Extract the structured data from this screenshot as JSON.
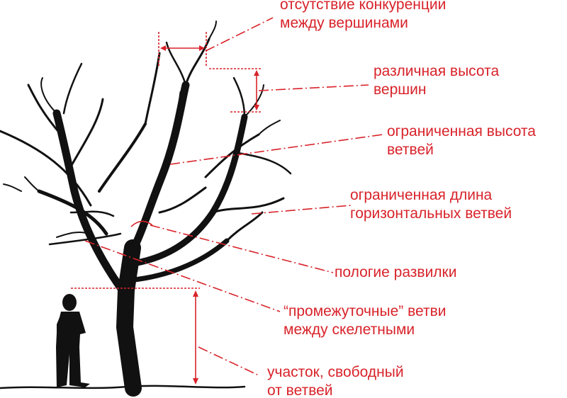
{
  "colors": {
    "annotation": "#d8232a",
    "silhouette": "#111111",
    "background": "#ffffff"
  },
  "labels": {
    "no_competition": "отсутствие конкуренции\nмежду вершинами",
    "different_height": "различная высота\nвершин",
    "limited_height": "ограниченная высота\nветвей",
    "limited_length": "ограниченная длина\nгоризонтальных ветвей",
    "gentle_forks": "пологие развилки",
    "intermediate_branches": "“промежуточные” ветви\nмежду скелетными",
    "clear_trunk": "участок, свободный\nот ветвей"
  }
}
